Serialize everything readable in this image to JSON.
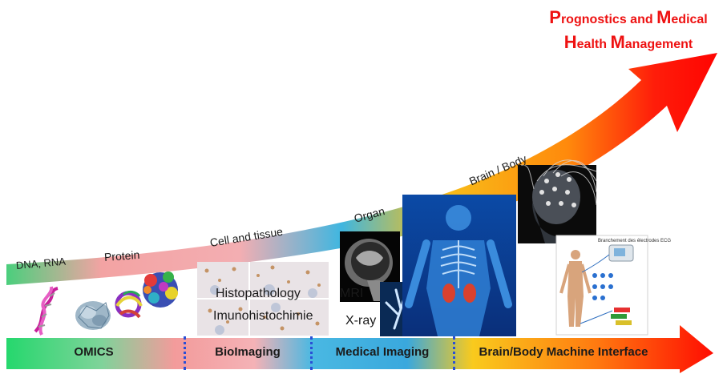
{
  "title": {
    "line1": [
      "P",
      "rognostics and ",
      "M",
      "edical"
    ],
    "line2": [
      "H",
      "ealth ",
      "M",
      "anagement"
    ]
  },
  "colors": {
    "title": "#ee1111",
    "omics": "#22d36b",
    "bioimaging": "#f4a6a6",
    "medical_imaging": "#2aa6e0",
    "interface": "#f7b21b",
    "arrow_end": "#ff0000",
    "separator": "#2a4fd6"
  },
  "curve_labels": [
    "DNA, RNA",
    "Protein",
    "Cell and tissue",
    "Organ",
    "Brain / Body"
  ],
  "bottom_bar": [
    "OMICS",
    "BioImaging",
    "Medical Imaging",
    "Brain/Body Machine Interface"
  ],
  "image_labels": {
    "histopathology": "Histopathology",
    "immuno": "Imunohistochimie",
    "mri": "MRI",
    "xray": "X-ray"
  },
  "ecg_caption": "Branchement des électrodes ECG",
  "icons": [
    "dna-icon",
    "protein-structure-icon",
    "protein-ribbon-icon",
    "molecule-icon",
    "histology-slide-image",
    "mri-head-image",
    "xray-hand-image",
    "human-anatomy-image",
    "eeg-head-image",
    "ecg-body-diagram"
  ]
}
